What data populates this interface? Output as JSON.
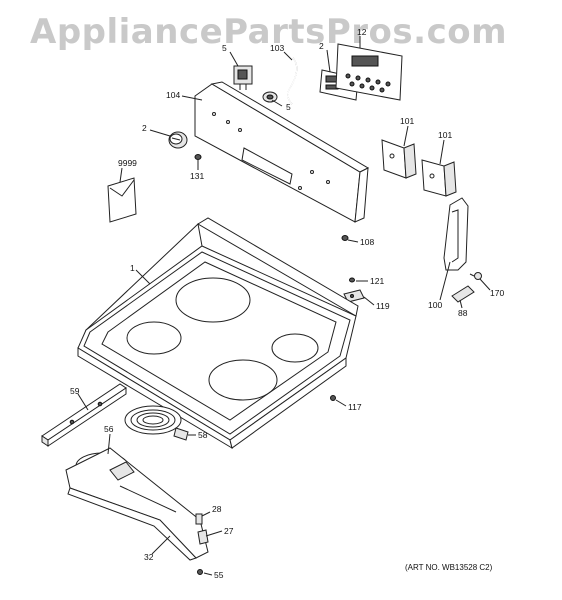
{
  "watermark": "AppliancePartsPros.com",
  "art_number": "(ART NO. WB13528 C2)",
  "callouts": {
    "p5a": "5",
    "p103": "103",
    "p2a": "2",
    "p12": "12",
    "p104": "104",
    "p5b": "5",
    "p2b": "2",
    "p131": "131",
    "p9999": "9999",
    "p101a": "101",
    "p101b": "101",
    "p108": "108",
    "p1": "1",
    "p121": "121",
    "p119": "119",
    "p170": "170",
    "p100": "100",
    "p88": "88",
    "p59": "59",
    "p117": "117",
    "p56": "56",
    "p58": "58",
    "p28": "28",
    "p27": "27",
    "p32": "32",
    "p55": "55"
  }
}
